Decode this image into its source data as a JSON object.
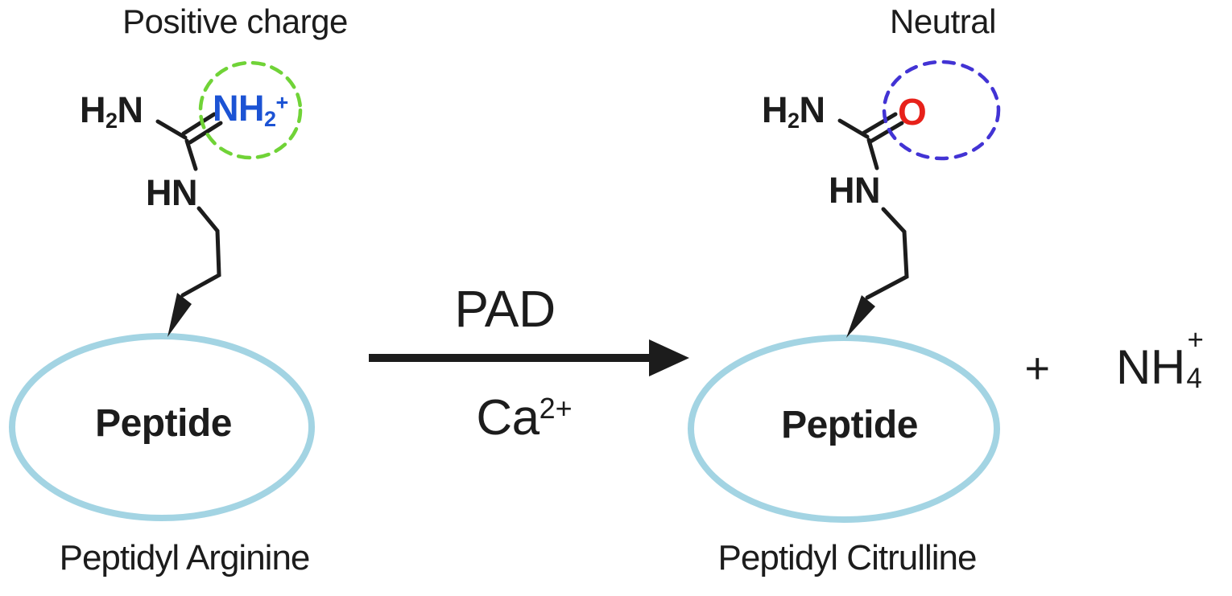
{
  "colors": {
    "ink": "#1c1c1c",
    "charged_group_blue": "#1c53d4",
    "positive_highlight_green": "#70d337",
    "neutral_highlight_blue": "#4233d4",
    "carbonyl_red": "#e7211a",
    "peptide_ellipse_blue": "#a3d4e3"
  },
  "reactant": {
    "title": "Positive charge",
    "caption": "Peptidyl Arginine"
  },
  "product": {
    "title": "Neutral",
    "caption": "Peptidyl Citrulline"
  },
  "reaction": {
    "enzyme": "PAD",
    "cofactor": {
      "main": "Ca",
      "sup": "2+"
    }
  },
  "labels": {
    "peptide": "Peptide",
    "plus": "+"
  },
  "formulas": {
    "amine": {
      "main": "H",
      "sub": "2",
      "tail": "N"
    },
    "iminium": {
      "main": "NH",
      "sub": "2",
      "sup": "+"
    },
    "imine": "HN",
    "carbonyl": "O",
    "ammonium": {
      "main": "NH",
      "sub": "4",
      "sup": "+"
    }
  }
}
